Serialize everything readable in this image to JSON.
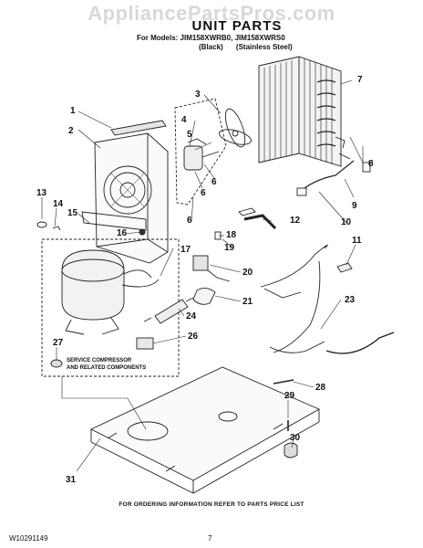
{
  "watermark": "AppliancePartsPros.com",
  "header": {
    "title": "UNIT PARTS",
    "models_line": "For Models: JIM158XWRB0, JIM158XWRS0",
    "variant_black": "(Black)",
    "variant_stainless": "(Stainless Steel)"
  },
  "service_note": {
    "line1": "SERVICE COMPRESSOR",
    "line2": "AND RELATED COMPONENTS"
  },
  "footer": {
    "note": "FOR ORDERING INFORMATION REFER TO PARTS PRICE LIST",
    "part_number": "W10291149",
    "page_number": "7"
  },
  "callouts": [
    "1",
    "2",
    "3",
    "4",
    "5",
    "6",
    "6",
    "6",
    "7",
    "8",
    "9",
    "10",
    "11",
    "12",
    "13",
    "14",
    "15",
    "16",
    "17",
    "18",
    "19",
    "20",
    "21",
    "23",
    "24",
    "26",
    "27",
    "28",
    "29",
    "30",
    "31"
  ]
}
